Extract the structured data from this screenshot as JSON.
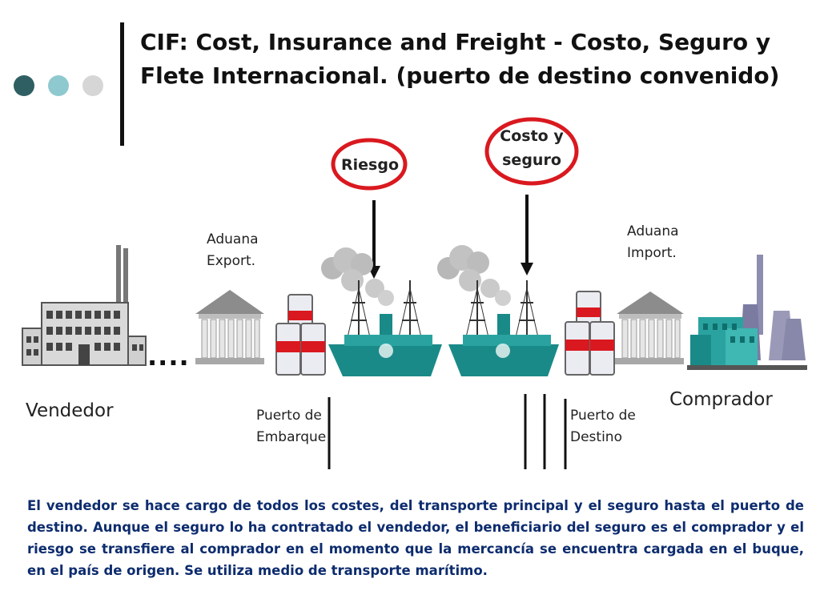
{
  "slide": {
    "title_line1": "CIF: Cost, Insurance and Freight - Costo, Seguro y",
    "title_line2": "Flete Internacional. (puerto de destino convenido)",
    "dot_colors": [
      "#2f5f63",
      "#8ec9cf",
      "#d6d6d6"
    ],
    "accent_color": "#d9191f",
    "ship_color": "#1a8a88"
  },
  "diagram": {
    "risk_label": "Riesgo",
    "cost_label_line1": "Costo y",
    "cost_label_line2": "seguro",
    "customs_export_line1": "Aduana",
    "customs_export_line2": "Export.",
    "customs_import_line1": "Aduana",
    "customs_import_line2": "Import.",
    "seller": "Vendedor",
    "buyer": "Comprador",
    "dots": "....",
    "port_loading_line1": "Puerto de",
    "port_loading_line2": "Embarque",
    "port_destination_line1": "Puerto de",
    "port_destination_line2": "Destino"
  },
  "description": "El vendedor se hace cargo de todos los costes, del transporte principal y el seguro hasta el puerto de destino. Aunque el seguro lo ha contratado el vendedor, el beneficiario del seguro es el comprador y el riesgo se transfiere al comprador en el momento que la mercancía se encuentra cargada en el buque, en el país de origen. Se utiliza medio de transporte marítimo."
}
